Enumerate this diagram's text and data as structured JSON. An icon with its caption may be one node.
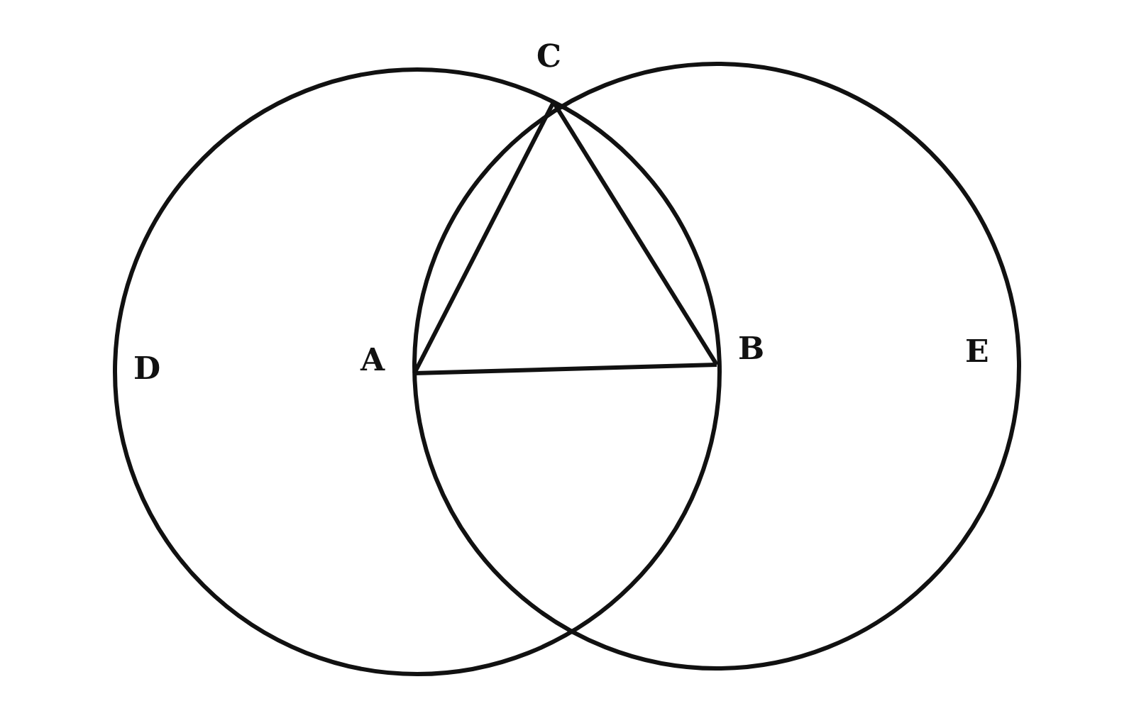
{
  "diagram": {
    "nodes": [
      {
        "text": [
          "C"
        ]
      },
      {
        "text": [
          "A"
        ]
      },
      {
        "text": [
          "B"
        ]
      }
    ],
    "edges": [
      {
        "from": 1,
        "to": 0,
        "arrow": "none"
      },
      {
        "from": 0,
        "to": 2,
        "arrow": "none"
      },
      {
        "from": 1,
        "to": 2,
        "arrow": "none"
      }
    ],
    "labels": [
      "D",
      "E"
    ]
  }
}
